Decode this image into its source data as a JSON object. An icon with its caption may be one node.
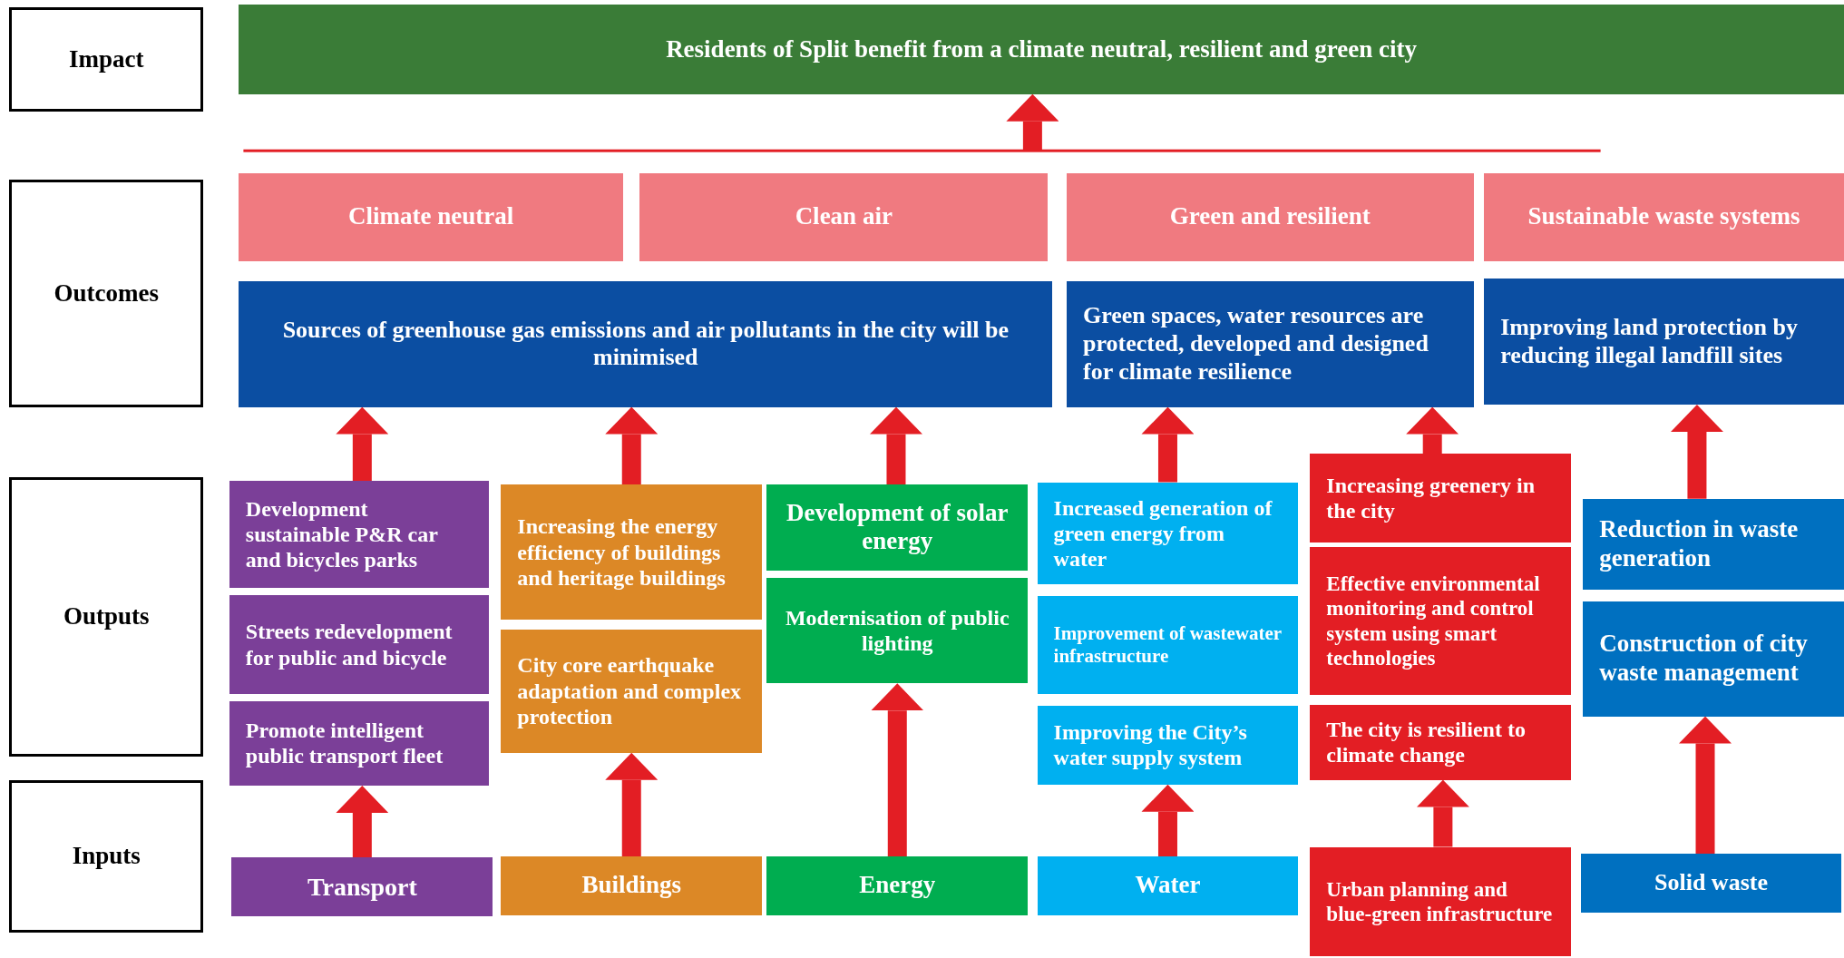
{
  "diagram": {
    "nodes": [
      {
        "text": [
          "Impact"
        ]
      },
      {
        "text": [
          "Residents of Split benefit from a climate neutral, resilient and green city"
        ]
      },
      {
        "text": [
          "Outcomes"
        ]
      },
      {
        "text": [
          "Climate neutral"
        ]
      },
      {
        "text": [
          "Clean air"
        ]
      },
      {
        "text": [
          "Green and resilient"
        ]
      },
      {
        "text": [
          "Sustainable waste systems"
        ]
      },
      {
        "text": [
          "Sources of greenhouse gas emissions and air pollutants in the city will be minimised"
        ]
      },
      {
        "text": [
          "Green spaces, water resources are protected, developed and designed for climate resilience"
        ]
      },
      {
        "text": [
          "Improving land protection by reducing illegal landfill sites"
        ]
      },
      {
        "text": [
          "Outputs"
        ]
      },
      {
        "text": [
          "Development sustainable P&R car and bicycles parks"
        ]
      },
      {
        "text": [
          "Streets redevelopment for public and bicycle"
        ]
      },
      {
        "text": [
          "Promote intelligent public transport fleet"
        ]
      },
      {
        "text": [
          "Increasing the energy efficiency of buildings and heritage buildings"
        ]
      },
      {
        "text": [
          "City core earthquake adaptation and complex protection"
        ]
      },
      {
        "text": [
          "Development of solar energy"
        ]
      },
      {
        "text": [
          "Modernisation of public lighting"
        ]
      },
      {
        "text": [
          "Increased generation of green energy from water"
        ]
      },
      {
        "text": [
          "Improvement of wastewater infrastructure"
        ]
      },
      {
        "text": [
          "Improving the City’s water supply system"
        ]
      },
      {
        "text": [
          "Increasing greenery in the city"
        ]
      },
      {
        "text": [
          "Effective environmental monitoring and control system using smart technologies"
        ]
      },
      {
        "text": [
          "The city is resilient to climate change"
        ]
      },
      {
        "text": [
          "Reduction in waste generation"
        ]
      },
      {
        "text": [
          "Construction of city waste management"
        ]
      },
      {
        "text": [
          "Inputs"
        ]
      },
      {
        "text": [
          "Transport"
        ]
      },
      {
        "text": [
          "Buildings"
        ]
      },
      {
        "text": [
          "Energy"
        ]
      },
      {
        "text": [
          "Water"
        ]
      },
      {
        "text": [
          "Urban planning and blue-green infrastructure"
        ]
      },
      {
        "text": [
          "Solid waste"
        ]
      }
    ],
    "edges": [
      {
        "from": null,
        "to": 1,
        "arrow": "to"
      },
      {
        "from": 11,
        "to": 7,
        "arrow": "to"
      },
      {
        "from": 14,
        "to": 7,
        "arrow": "to"
      },
      {
        "from": 16,
        "to": 7,
        "arrow": "to"
      },
      {
        "from": 18,
        "to": 8,
        "arrow": "to"
      },
      {
        "from": 21,
        "to": 8,
        "arrow": "to"
      },
      {
        "from": 24,
        "to": 9,
        "arrow": "to"
      },
      {
        "from": 27,
        "to": 13,
        "arrow": "to"
      },
      {
        "from": 28,
        "to": 15,
        "arrow": "to"
      },
      {
        "from": 29,
        "to": 17,
        "arrow": "to"
      },
      {
        "from": 30,
        "to": 20,
        "arrow": "to"
      },
      {
        "from": 31,
        "to": 23,
        "arrow": "to"
      },
      {
        "from": 32,
        "to": 25,
        "arrow": "to"
      }
    ]
  }
}
